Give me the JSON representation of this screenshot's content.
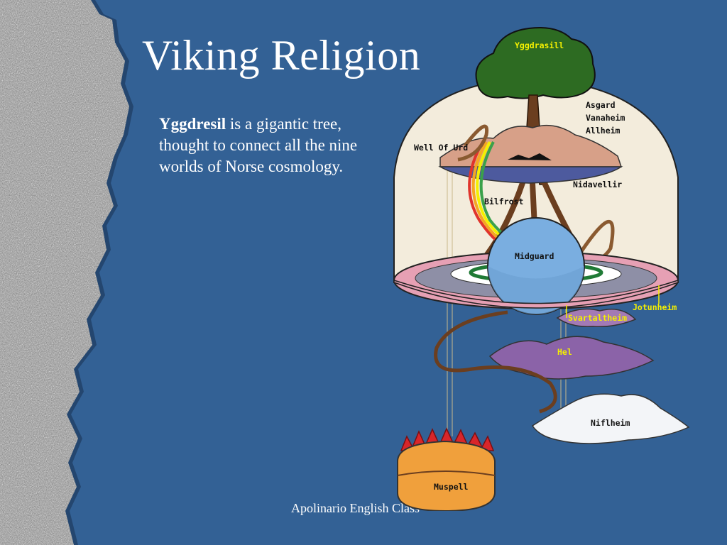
{
  "slide": {
    "title": "Viking Religion",
    "body": {
      "term": "Yggdresil",
      "text": " is a gigantic tree, thought to connect all the nine worlds of Norse cosmology."
    },
    "footer": "Apolinario English Class"
  },
  "diagram": {
    "labels": {
      "yggdrasill": "Yggdrasill",
      "asgard": "Asgard",
      "vanaheim": "Vanaheim",
      "allheim": "Allheim",
      "well_of_urd": "Well Of Urd",
      "nidavellir": "Nidavellir",
      "bilfrost": "Bilfrost",
      "midguard": "Midguard",
      "jotunheim": "Jotunheim",
      "svartaltheim": "Svartaltheim",
      "hel": "Hel",
      "niflheim": "Niflheim",
      "muspell": "Muspell"
    }
  },
  "colors": {
    "background": "#336195",
    "title": "#ffffff",
    "label_yellow": "#f4f000"
  }
}
